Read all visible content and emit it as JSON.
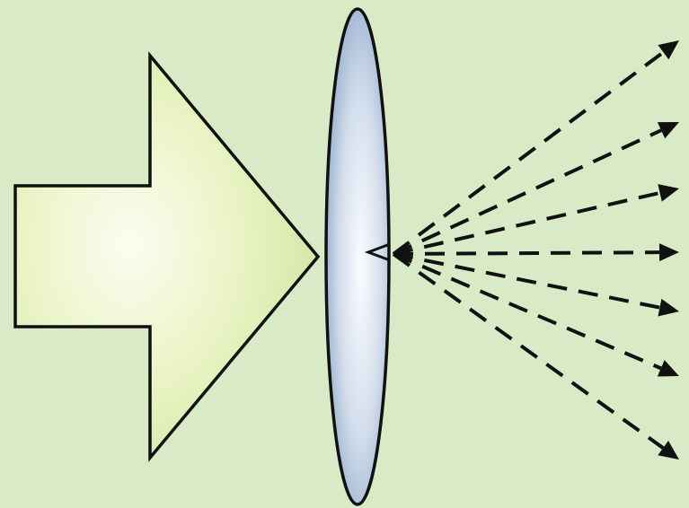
{
  "diagram": {
    "colors": {
      "background": "#d9ebc6",
      "arrow_fill_center": "#fbfdf1",
      "arrow_fill_mid": "#ecf5c9",
      "arrow_fill_edge": "#cde39c",
      "lens_fill_center": "#fbfcff",
      "lens_fill_edge": "#8ea9c9",
      "stroke": "#111111"
    },
    "elements": {
      "incoming_arrow": "large-block-arrow",
      "lens": "diverging-lens",
      "rays": "dashed-diverging-rays",
      "ray_count": 7
    }
  }
}
